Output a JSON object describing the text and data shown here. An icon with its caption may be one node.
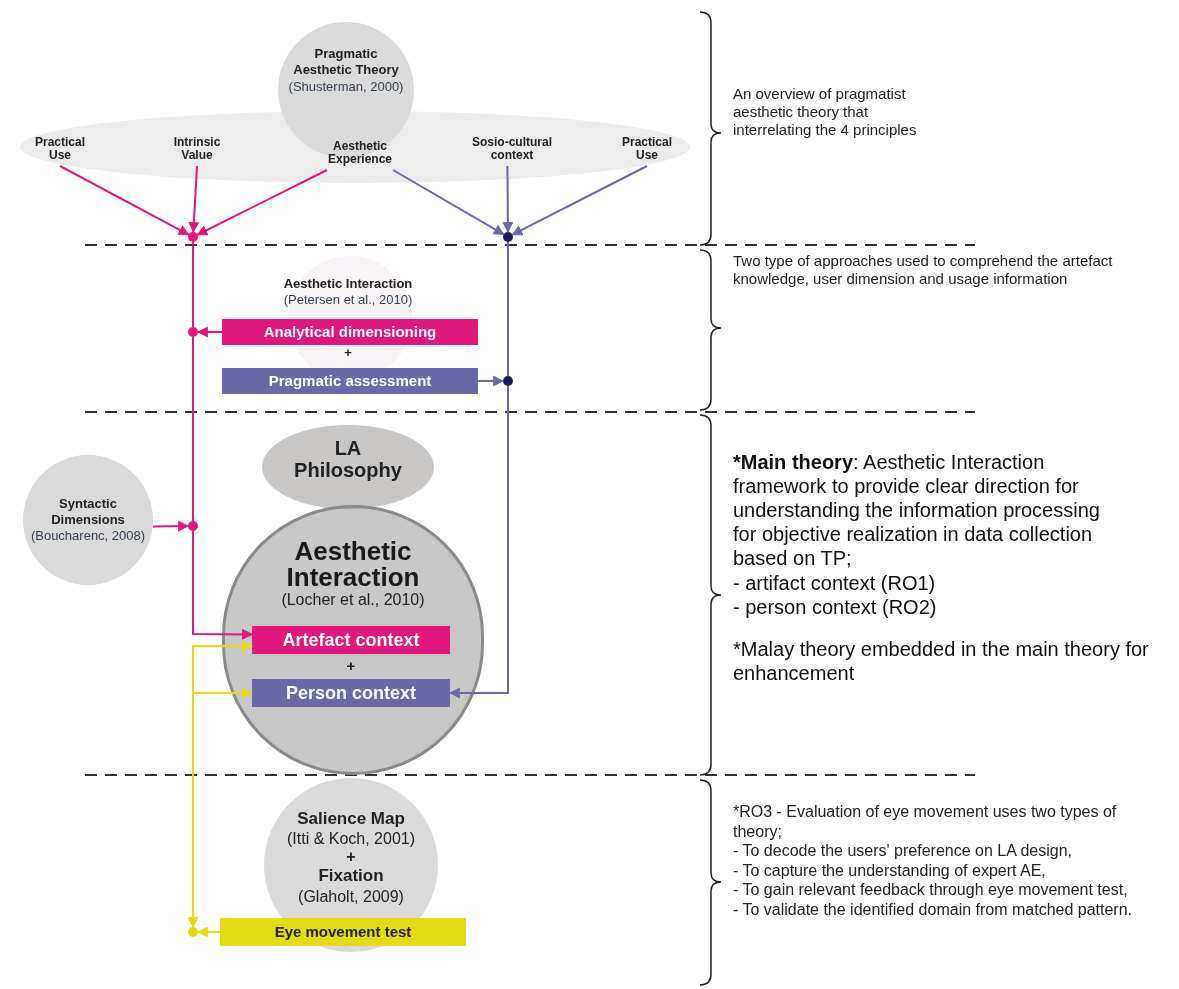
{
  "diagram": {
    "nodes": [
      {
        "text": [
          "Pragmatic Aesthetic Theory",
          "(Shusterman, 2000)"
        ]
      },
      {
        "text": [
          "Practical Use"
        ]
      },
      {
        "text": [
          "Intrinsic Value"
        ]
      },
      {
        "text": [
          "Aesthetic Experience"
        ]
      },
      {
        "text": [
          "Sosio-cultural context"
        ]
      },
      {
        "text": [
          "Practical Use"
        ]
      },
      {
        "text": [],
        "shape": "circle"
      },
      {
        "text": [],
        "shape": "circle"
      },
      {
        "text": [
          "Aesthetic Interaction",
          "(Petersen et al., 2010)"
        ]
      },
      {
        "text": [
          "Analytical dimensioning"
        ]
      },
      {
        "text": [
          "Pragmatic assessment"
        ]
      },
      {
        "text": [],
        "shape": "circle"
      },
      {
        "text": [],
        "shape": "circle"
      },
      {
        "text": [
          "Syntactic Dimensions",
          "(Boucharenc, 2008)"
        ]
      },
      {
        "text": [],
        "shape": "circle"
      },
      {
        "text": [
          "LA Philosophy"
        ]
      },
      {
        "text": [
          "Aesthetic Interaction",
          "(Locher et al., 2010)"
        ]
      },
      {
        "text": [
          "Artefact context"
        ],
        "in": 16
      },
      {
        "text": [
          "Person context"
        ],
        "in": 16
      },
      {
        "text": [
          "Salience Map",
          "(Itti & Koch, 2001)",
          "+",
          "Fixation",
          "(Glaholt, 2009)"
        ]
      },
      {
        "text": [
          "Eye movement test"
        ]
      },
      {
        "text": [],
        "shape": "circle"
      }
    ],
    "edges": [
      {
        "from": 1,
        "to": 6,
        "arrow": "to"
      },
      {
        "from": 2,
        "to": 6,
        "arrow": "to"
      },
      {
        "from": 3,
        "to": 6,
        "arrow": "to"
      },
      {
        "from": 3,
        "to": 7,
        "arrow": "to",
        "color": "#6b68a8"
      },
      {
        "from": 4,
        "to": 7,
        "arrow": "to",
        "color": "#6b68a8"
      },
      {
        "from": 5,
        "to": 7,
        "arrow": "to",
        "color": "#6b68a8"
      },
      {
        "from": 6,
        "to": 11,
        "arrow": "none"
      },
      {
        "from": 9,
        "to": 11,
        "arrow": "to"
      },
      {
        "from": 11,
        "to": 14,
        "arrow": "none"
      },
      {
        "from": 13,
        "to": 14,
        "arrow": "to"
      },
      {
        "from": 14,
        "to": 17,
        "arrow": "to"
      },
      {
        "from": 7,
        "to": 12,
        "arrow": "none",
        "color": "#6b68a8"
      },
      {
        "from": 10,
        "to": 12,
        "arrow": "to",
        "color": "#6b68a8"
      },
      {
        "from": 12,
        "to": 18,
        "arrow": "to",
        "color": "#6b68a8"
      },
      {
        "from": 20,
        "to": 21,
        "arrow": "to",
        "color": "#e3dc14"
      },
      {
        "from": 21,
        "to": 17,
        "arrow": "both",
        "color": "#e3dc14"
      },
      {
        "from": 21,
        "to": 18,
        "arrow": "both",
        "color": "#e3dc14"
      }
    ],
    "labels": [
      "An overview of pragmatist aesthetic theory that interrelating the 4 principles",
      "Two type of approaches used to comprehend the artefact knowledge, user dimension and usage information",
      "+",
      "***Main theory**: Aesthetic Interaction framework to provide clear direction for understanding the information processing for objective realization in data collection based on TP;",
      "- artifact context (RO1)",
      "- person context (RO2)",
      "*Malay theory embedded in the main theory for enhancement",
      "+",
      "*RO3 - Evaluation of eye movement uses two types of theory;",
      "- To decode the users' preference on LA design,",
      "- To capture the understanding of expert AE,",
      "- To gain relevant feedback through eye movement test,",
      "- To validate the identified domain from matched pattern."
    ]
  }
}
